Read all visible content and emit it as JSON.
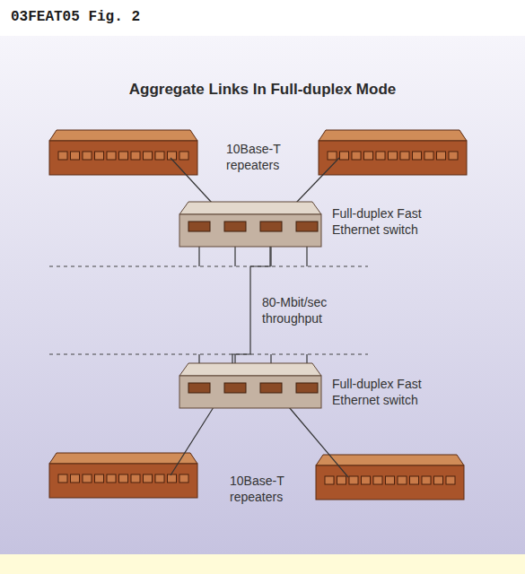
{
  "diagram": {
    "title": "Aggregate Links In Full-duplex Mode",
    "nodes": [
      {
        "text": [
          "Full-duplex Fast Ethernet switch"
        ]
      },
      {
        "text": [
          "Full-duplex Fast Ethernet switch"
        ]
      }
    ],
    "edges": [
      {
        "from": 0,
        "to": 1,
        "arrow": "none",
        "label": "80-Mbit/sec throughput"
      }
    ],
    "labels": [
      "03FEAT05 Fig. 2",
      "10Base-T repeaters",
      "10Base-T repeaters"
    ]
  }
}
